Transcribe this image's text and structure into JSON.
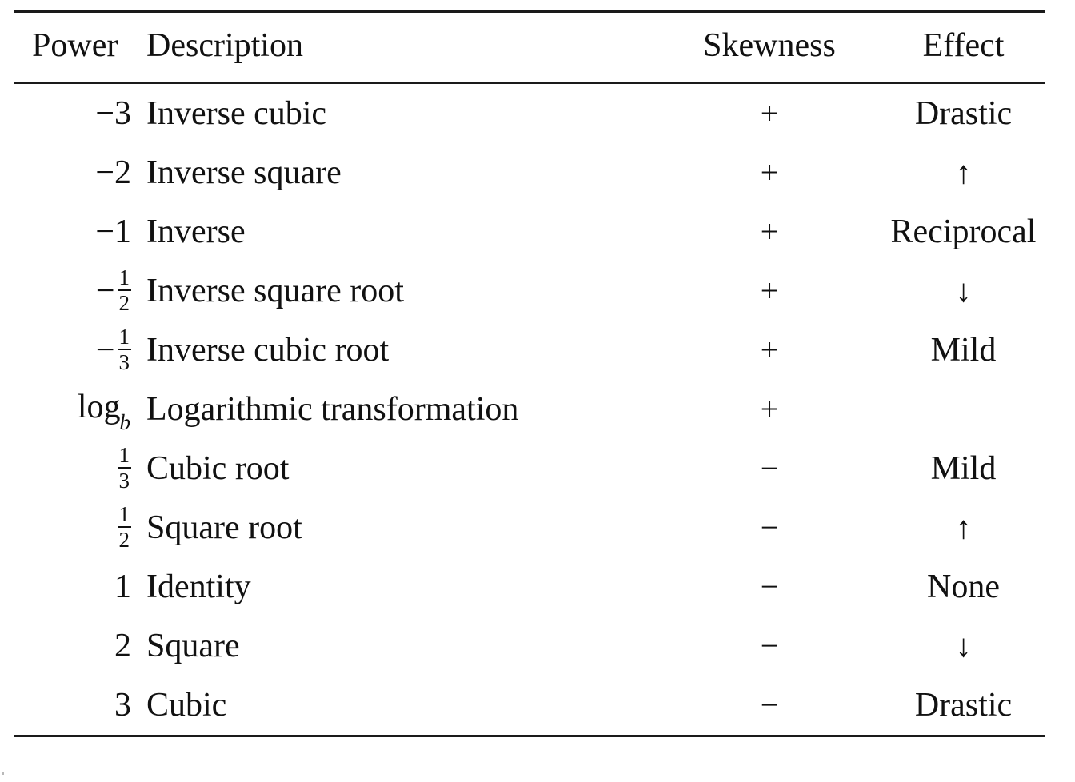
{
  "table": {
    "caption_visible": false,
    "columns": [
      {
        "key": "power",
        "label": "Power",
        "align": "right"
      },
      {
        "key": "description",
        "label": "Description",
        "align": "left"
      },
      {
        "key": "skewness",
        "label": "Skewness",
        "align": "center"
      },
      {
        "key": "effect",
        "label": "Effect",
        "align": "center"
      }
    ],
    "rows": [
      {
        "power": "−3",
        "power_kind": "integer",
        "description": "Inverse cubic",
        "skewness": "+",
        "effect": "Drastic"
      },
      {
        "power": "−2",
        "power_kind": "integer",
        "description": "Inverse square",
        "skewness": "+",
        "effect": "↑"
      },
      {
        "power": "−1",
        "power_kind": "integer",
        "description": "Inverse",
        "skewness": "+",
        "effect": "Reciprocal"
      },
      {
        "power": "−1/2",
        "power_kind": "fraction",
        "power_sign": "−",
        "power_num": "1",
        "power_den": "2",
        "description": "Inverse square root",
        "skewness": "+",
        "effect": "↓"
      },
      {
        "power": "−1/3",
        "power_kind": "fraction",
        "power_sign": "−",
        "power_num": "1",
        "power_den": "3",
        "description": "Inverse cubic root",
        "skewness": "+",
        "effect": "Mild"
      },
      {
        "power": "log_b",
        "power_kind": "log",
        "power_base": "b",
        "power_text": "log",
        "description": "Logarithmic transformation",
        "skewness": "+",
        "effect": ""
      },
      {
        "power": "1/3",
        "power_kind": "fraction",
        "power_sign": "",
        "power_num": "1",
        "power_den": "3",
        "description": "Cubic root",
        "skewness": "−",
        "effect": "Mild"
      },
      {
        "power": "1/2",
        "power_kind": "fraction",
        "power_sign": "",
        "power_num": "1",
        "power_den": "2",
        "description": "Square root",
        "skewness": "−",
        "effect": "↑"
      },
      {
        "power": "1",
        "power_kind": "integer",
        "description": "Identity",
        "skewness": "−",
        "effect": "None"
      },
      {
        "power": "2",
        "power_kind": "integer",
        "description": "Square",
        "skewness": "−",
        "effect": "↓"
      },
      {
        "power": "3",
        "power_kind": "integer",
        "description": "Cubic",
        "skewness": "−",
        "effect": "Drastic"
      }
    ]
  },
  "style": {
    "text_color": "#111111",
    "rule_color": "#1a1a1a",
    "background": "#ffffff"
  }
}
